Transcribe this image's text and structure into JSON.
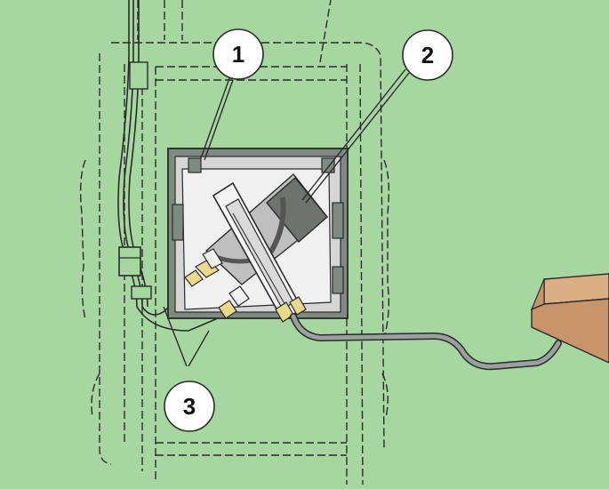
{
  "colors": {
    "background": "#a7d7a0",
    "outline": "#2a2a2a",
    "cutout": "#7f8a82",
    "plate": "#d6d6d6",
    "plate_light": "#f4f4f4",
    "connector": "#e9d98a",
    "cable": "#9aa0a0",
    "block_front": "#c8956b",
    "block_top": "#dcae84"
  },
  "callouts": [
    {
      "id": "1",
      "label": "1"
    },
    {
      "id": "2",
      "label": "2"
    },
    {
      "id": "3",
      "label": "3"
    }
  ]
}
